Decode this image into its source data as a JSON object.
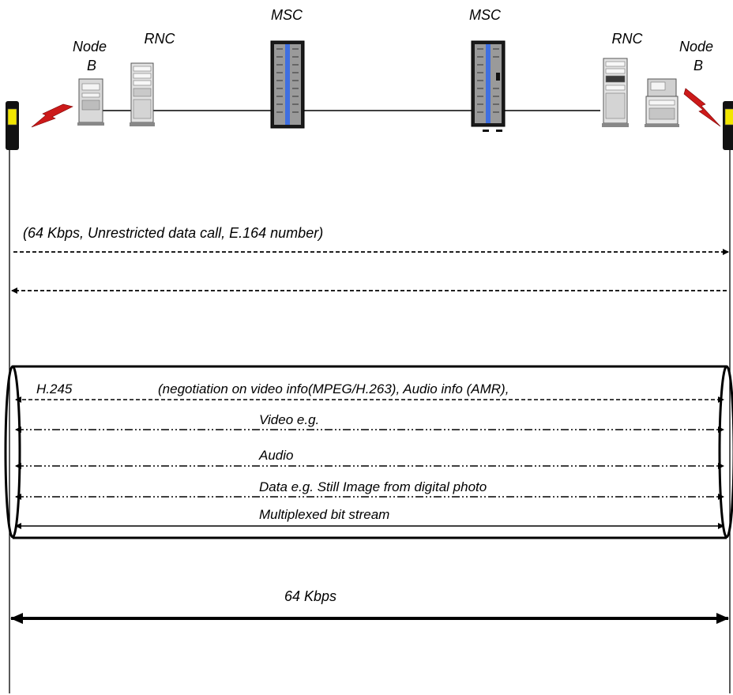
{
  "nodes": {
    "node_b_left": "Node B",
    "rnc_left": "RNC",
    "msc_left": "MSC",
    "msc_right": "MSC",
    "rnc_right": "RNC",
    "node_b_right": "Node B"
  },
  "messages": {
    "setup_params": "(64 Kbps, Unrestricted data call, E.164 number)",
    "h245_label": "H.245",
    "h245_params": "(negotiation on video info(MPEG/H.263), Audio info (AMR),",
    "video": "Video e.g.",
    "audio": "Audio",
    "data": "Data  e.g. Still Image from digital photo",
    "multiplexed": "Multiplexed bit stream",
    "bearer": "64 Kbps"
  },
  "colors": {
    "phone_body": "#111111",
    "phone_screen": "#f2e600",
    "lightning": "#cc1a1a",
    "rack_stripe": "#3f6fe0",
    "line": "#000000"
  }
}
